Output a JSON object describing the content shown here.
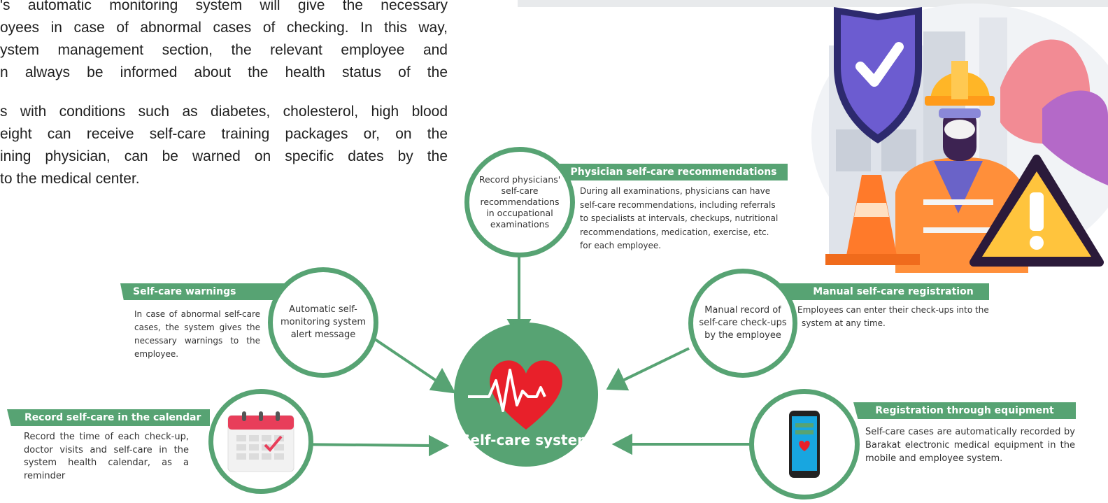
{
  "intro": {
    "paragraph1": [
      "'s automatic monitoring system will give the necessary",
      "oyees in case of abnormal cases of checking. In this way,",
      "ystem management section, the relevant employee and",
      "n always be informed about the health status of the"
    ],
    "paragraph2": [
      "s with conditions such as diabetes, cholesterol, high blood",
      "eight can receive self-care training packages or, on the",
      "ining physician, can be warned on specific dates by the",
      "to the medical center."
    ]
  },
  "center": {
    "label": "Self-care system",
    "icon": "heart-pulse-icon"
  },
  "physician": {
    "circle_text": [
      "Record physicians'",
      "self-care",
      "recommendations",
      "in occupational",
      "examinations"
    ],
    "title": "Physician self-care recommendations",
    "description": [
      "During all examinations, physicians can have",
      "self-care recommendations, including referrals",
      "to specialists at intervals, checkups, nutritional",
      "recommendations, medication, exercise, etc.",
      "for each employee."
    ]
  },
  "warnings": {
    "circle_text": [
      "Automatic self-",
      "monitoring system",
      "alert message"
    ],
    "title": "Self-care warnings",
    "description": "In case of abnormal self-care cases, the system gives the necessary warnings to the employee."
  },
  "manual": {
    "circle_text": [
      "Manual record of",
      "self-care check-ups",
      "by the employee"
    ],
    "title": "Manual self-care registration",
    "description": [
      "Employees can enter their check-ups into the",
      "system at any time."
    ]
  },
  "calendar": {
    "icon": "calendar-icon",
    "title": "Record self-care in the calendar",
    "description": "Record the time of each check-up, doctor visits and self-care in the system health calendar, as a reminder"
  },
  "equipment": {
    "icon": "smartphone-icon",
    "title": "Registration through equipment",
    "description": "Self-care cases are automatically recorded by Barakat electronic medical equipment in the mobile and employee system."
  },
  "illustration": {
    "icons": [
      "shield-check-icon",
      "worker-icon",
      "traffic-cone-icon",
      "warning-triangle-icon"
    ]
  },
  "colors": {
    "accent": "#57a373",
    "heart": "#e8202a"
  }
}
